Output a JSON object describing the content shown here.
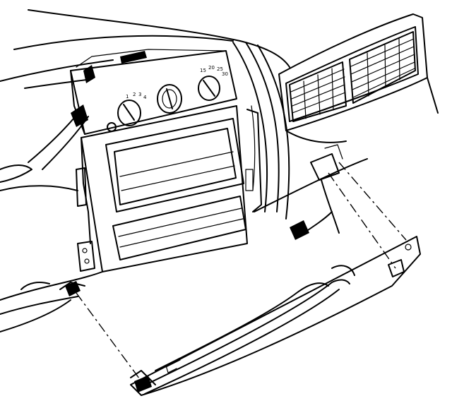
{
  "colors": {
    "line": "#000000",
    "background": "#ffffff"
  },
  "dial_marks": {
    "fan": [
      "1",
      "2",
      "3",
      "4"
    ],
    "temp": [
      "15",
      "20",
      "25",
      "30"
    ]
  }
}
